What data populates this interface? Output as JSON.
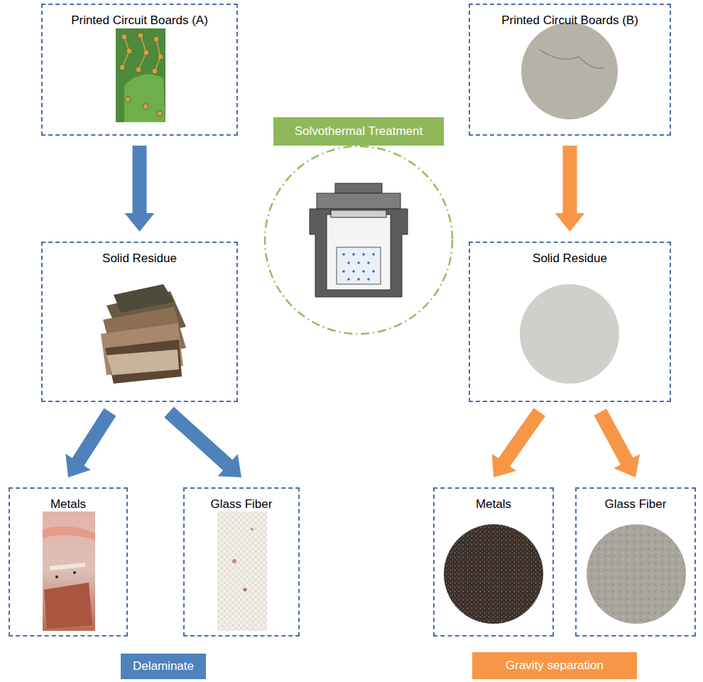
{
  "diagram": {
    "nodes": [
      {
        "text": [
          "Printed Circuit Boards (A)"
        ]
      },
      {
        "text": [
          "Solvothermal Treatment"
        ]
      },
      {
        "text": [
          "Printed Circuit Boards (B)"
        ]
      },
      {
        "text": [
          "Solid Residue"
        ]
      },
      {
        "text": [
          "Solid Residue"
        ]
      },
      {
        "text": [
          "Metals"
        ]
      },
      {
        "text": [
          "Glass Fiber"
        ]
      },
      {
        "text": [
          "Metals"
        ]
      },
      {
        "text": [
          "Glass Fiber"
        ]
      },
      {
        "text": [
          "Delaminate"
        ]
      },
      {
        "text": [
          "Gravity separation"
        ]
      }
    ],
    "edges": [
      {
        "from": 0,
        "to": 3,
        "arrow": "to"
      },
      {
        "from": 3,
        "to": 5,
        "arrow": "to"
      },
      {
        "from": 3,
        "to": 6,
        "arrow": "to"
      },
      {
        "from": 2,
        "to": 4,
        "arrow": "to"
      },
      {
        "from": 4,
        "to": 7,
        "arrow": "to"
      },
      {
        "from": 4,
        "to": 8,
        "arrow": "to"
      }
    ]
  }
}
